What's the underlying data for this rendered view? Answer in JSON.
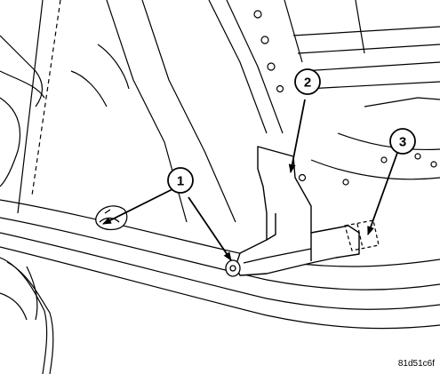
{
  "callouts": [
    {
      "number": "1"
    },
    {
      "number": "2"
    },
    {
      "number": "3"
    }
  ],
  "figure_id": "81d51c6f",
  "colors": {
    "line": "#000000",
    "background": "#ffffff"
  }
}
